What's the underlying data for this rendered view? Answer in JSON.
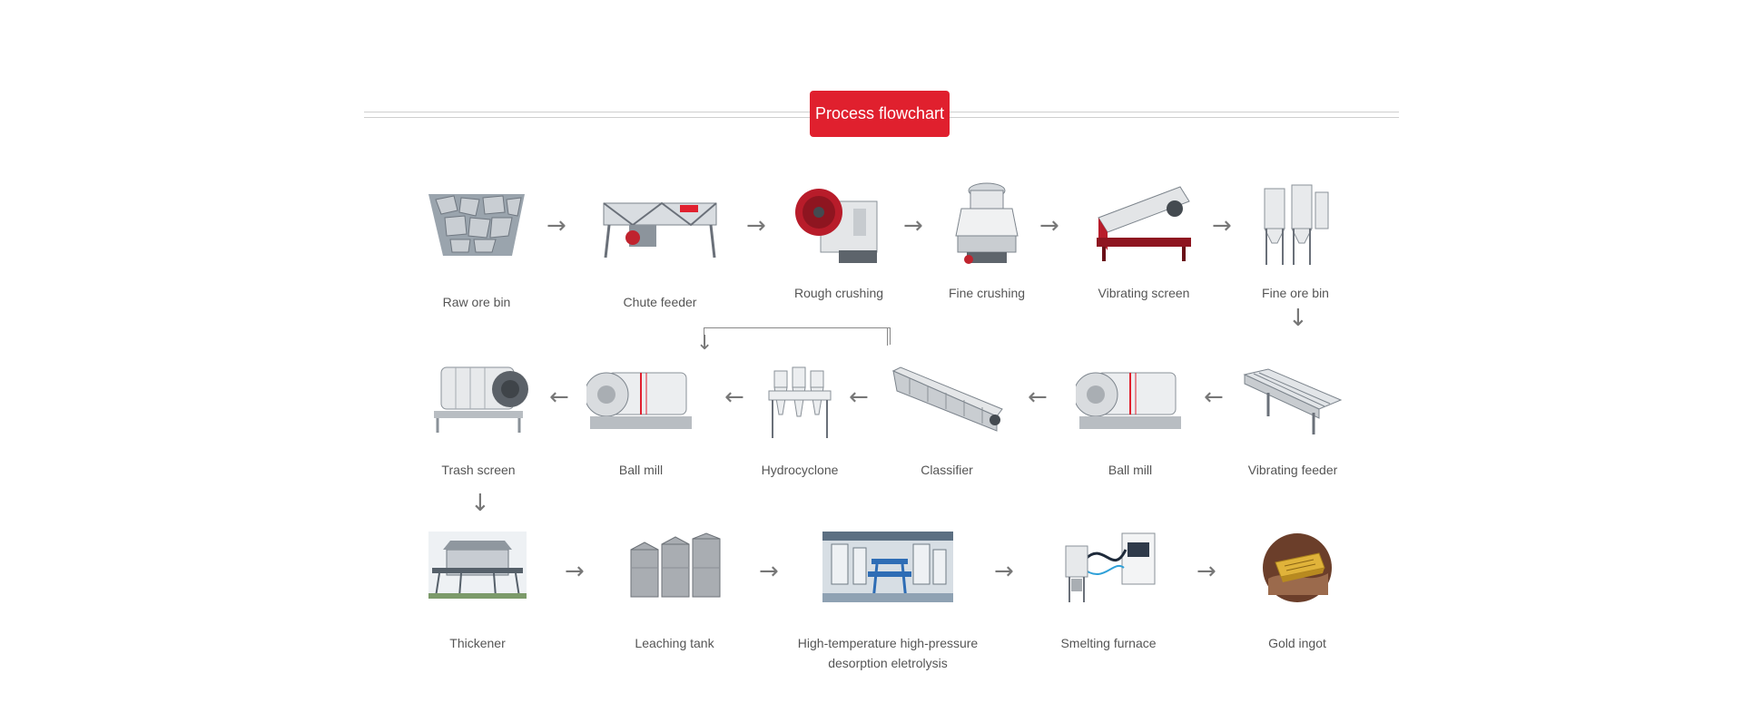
{
  "header": {
    "title": "Process flowchart",
    "accent": "#e0202e"
  },
  "steps": [
    {
      "label": "Raw ore bin",
      "icon": "ore-pile-icon"
    },
    {
      "label": "Chute feeder",
      "icon": "feeder-icon"
    },
    {
      "label": "Rough crushing",
      "icon": "jaw-crusher-icon"
    },
    {
      "label": "Fine crushing",
      "icon": "cone-crusher-icon"
    },
    {
      "label": "Vibrating screen",
      "icon": "vibrating-screen-icon"
    },
    {
      "label": "Fine ore bin",
      "icon": "silo-icon"
    },
    {
      "label": "Vibrating feeder",
      "icon": "vibrating-feeder-icon"
    },
    {
      "label": "Ball mill",
      "icon": "ball-mill-icon"
    },
    {
      "label": "Classifier",
      "icon": "spiral-classifier-icon"
    },
    {
      "label": "Hydrocyclone",
      "icon": "hydrocyclone-icon"
    },
    {
      "label": "Ball mill",
      "icon": "ball-mill-icon"
    },
    {
      "label": "Trash screen",
      "icon": "trash-screen-icon"
    },
    {
      "label": "Thickener",
      "icon": "thickener-icon"
    },
    {
      "label": "Leaching tank",
      "icon": "leaching-tank-icon"
    },
    {
      "label": "High-temperature high-pressure desorption eletrolysis",
      "icon": "desorption-plant-icon"
    },
    {
      "label": "Smelting furnace",
      "icon": "smelting-furnace-icon"
    },
    {
      "label": "Gold ingot",
      "icon": "gold-ingot-icon"
    }
  ]
}
